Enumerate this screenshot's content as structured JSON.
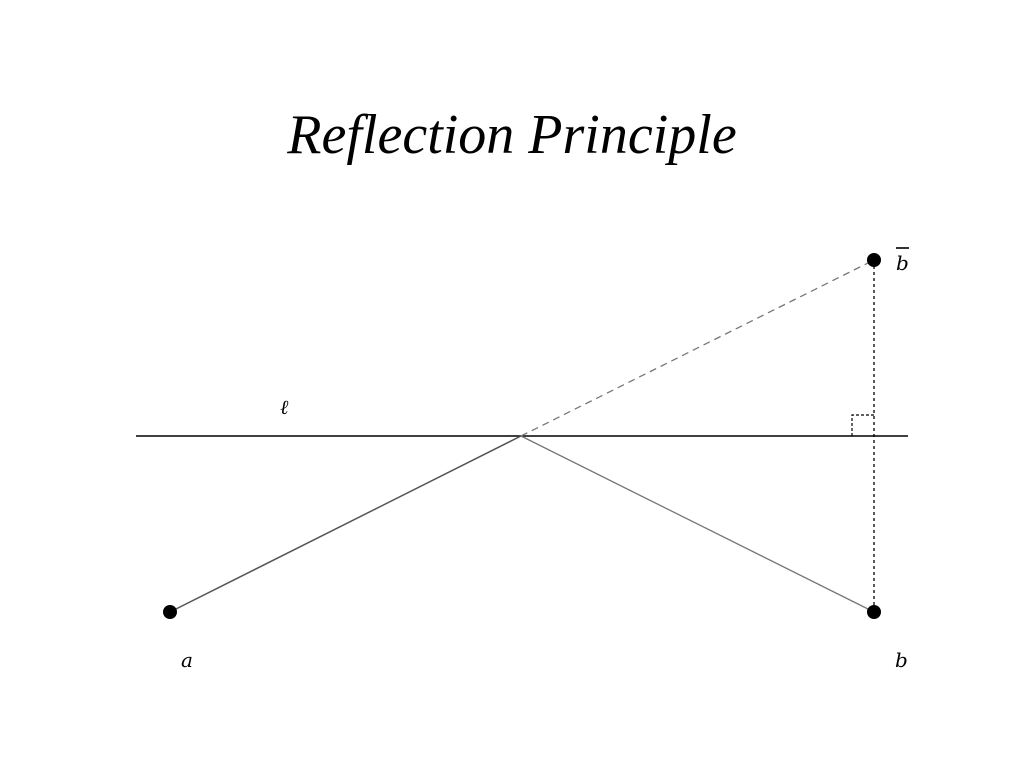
{
  "title": "Reflection Principle",
  "labels": {
    "line": "ℓ",
    "point_a": "a",
    "point_b": "b",
    "point_b_reflected": "b"
  },
  "colors": {
    "ink": "#000000",
    "path": "#555555",
    "dashed_path": "#777777"
  }
}
